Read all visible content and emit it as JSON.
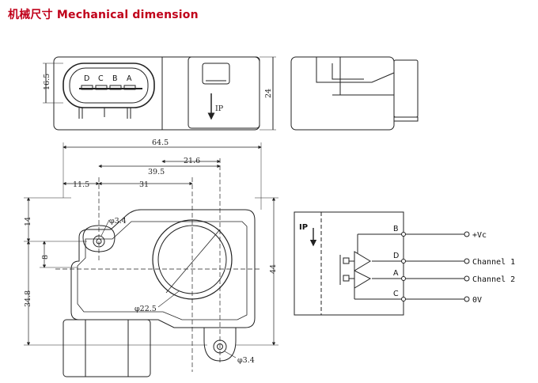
{
  "title": "机械尺寸 Mechanical dimension",
  "top_view": {
    "connector_letters": [
      "D",
      "C",
      "B",
      "A"
    ],
    "height_dim": "16.5",
    "depth_dim": "24",
    "arrow_label": "IP"
  },
  "front_view": {
    "width_dim": "64.5",
    "dim_39_5": "39.5",
    "dim_21_6": "21.6",
    "dim_11_5": "11.5",
    "dim_31": "31",
    "hole_top_label": "φ3.4",
    "hole_bottom_label": "φ3.4",
    "aperture_label": "φ22.5",
    "dim_14": "14",
    "dim_8": "8",
    "dim_34_8": "34.8",
    "dim_44": "44"
  },
  "schematic": {
    "ip_label": "IP",
    "pins": [
      {
        "pin": "B",
        "signal": "+Vc"
      },
      {
        "pin": "D",
        "signal": "Channel 1"
      },
      {
        "pin": "A",
        "signal": "Channel 2"
      },
      {
        "pin": "C",
        "signal": "0V"
      }
    ]
  },
  "colors": {
    "title": "#c0001a",
    "line": "#222222"
  }
}
